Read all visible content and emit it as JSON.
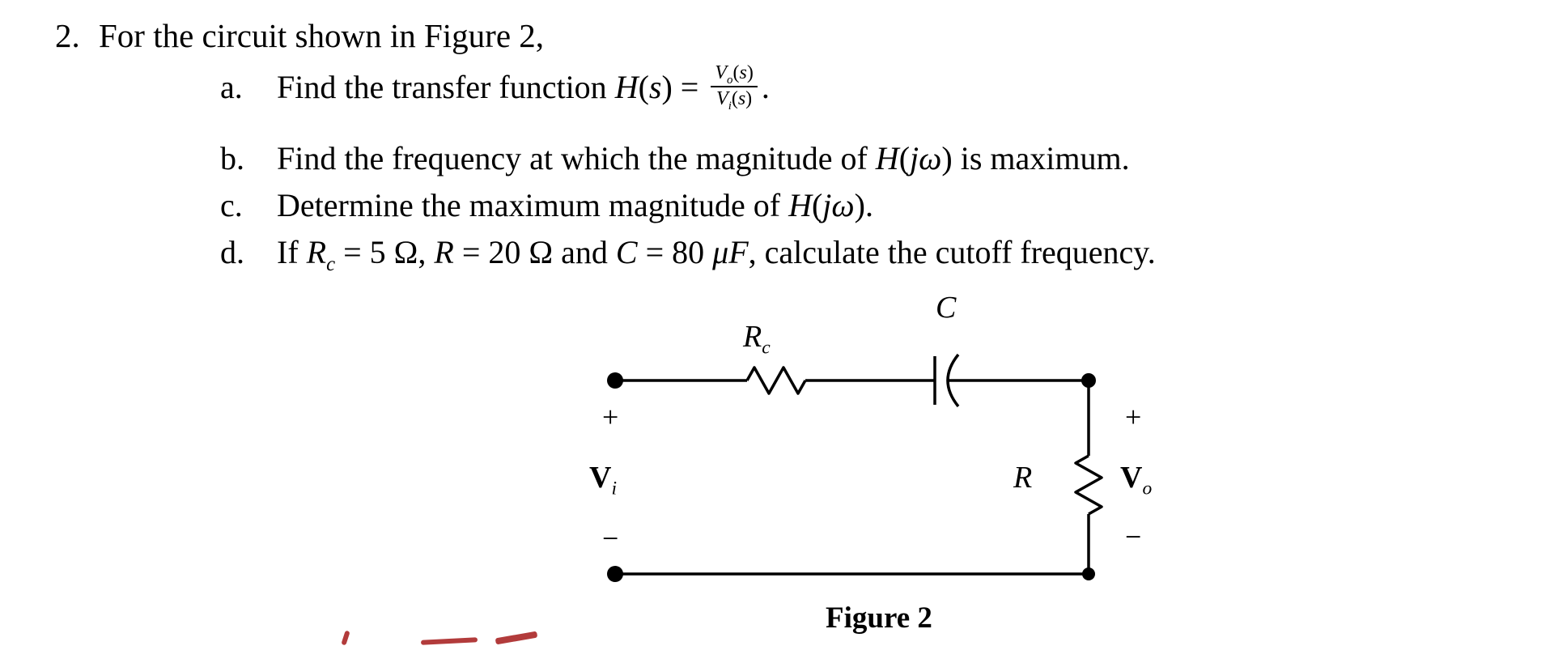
{
  "heading": {
    "number": "2.",
    "text": "For the circuit shown in Figure 2,"
  },
  "items": [
    {
      "label": "a.",
      "segments": [
        {
          "t": "Find the transfer function "
        },
        {
          "t": "H",
          "i": true
        },
        {
          "t": "("
        },
        {
          "t": "s",
          "i": true
        },
        {
          "t": ") = "
        },
        {
          "frac": {
            "num": [
              {
                "t": "V",
                "i": true
              },
              {
                "t": "o",
                "sub": true
              },
              {
                "t": "("
              },
              {
                "t": "s",
                "i": true
              },
              {
                "t": ")"
              }
            ],
            "den": [
              {
                "t": "V",
                "i": true
              },
              {
                "t": "i",
                "sub": true
              },
              {
                "t": "("
              },
              {
                "t": "s",
                "i": true
              },
              {
                "t": ")"
              }
            ]
          }
        },
        {
          "t": "."
        }
      ]
    },
    {
      "label": "b.",
      "segments": [
        {
          "t": "Find the frequency at which the magnitude of "
        },
        {
          "t": "H",
          "i": true
        },
        {
          "t": "("
        },
        {
          "t": "jω",
          "i": true
        },
        {
          "t": ")"
        },
        {
          "t": " is maximum."
        }
      ]
    },
    {
      "label": "c.",
      "segments": [
        {
          "t": "Determine the maximum magnitude of "
        },
        {
          "t": "H",
          "i": true
        },
        {
          "t": "("
        },
        {
          "t": "jω",
          "i": true
        },
        {
          "t": ")."
        }
      ]
    },
    {
      "label": "d.",
      "segments": [
        {
          "t": "If "
        },
        {
          "t": "R",
          "i": true
        },
        {
          "t": "c",
          "sub": true
        },
        {
          "t": " = 5 Ω, "
        },
        {
          "t": "R",
          "i": true
        },
        {
          "t": " = 20 Ω and "
        },
        {
          "t": "C",
          "i": true
        },
        {
          "t": " = 80 "
        },
        {
          "t": "μF",
          "i": true
        },
        {
          "t": ", calculate the cutoff frequency."
        }
      ]
    }
  ],
  "circuit": {
    "rc_main": "R",
    "rc_sub": "c",
    "cap_label": "C",
    "r_label": "R",
    "vi_main": "V",
    "vi_sub": "i",
    "vo_main": "V",
    "vo_sub": "o",
    "plus": "+",
    "minus": "−",
    "caption": "Figure 2"
  },
  "colors": {
    "ink": "#000000",
    "background": "#ffffff",
    "annotation_red": "#b23b3b"
  }
}
